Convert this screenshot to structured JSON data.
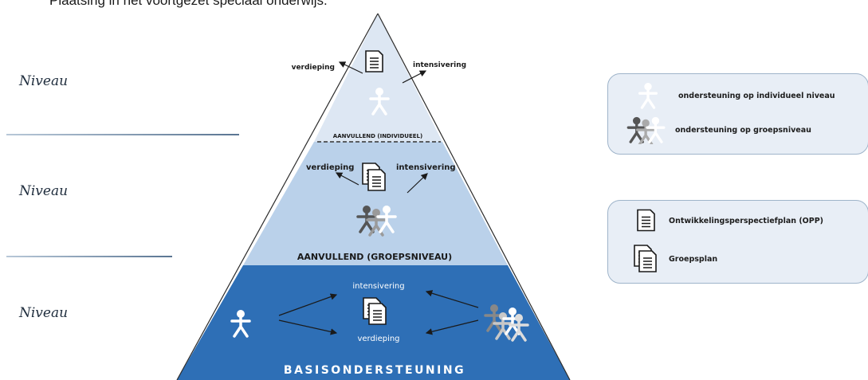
{
  "caption": "Plaatsing in het voortgezet speciaal onderwijs.",
  "levels": [
    {
      "label": "Niveau"
    },
    {
      "label": "Niveau"
    },
    {
      "label": "Niveau"
    }
  ],
  "pyramid": {
    "top": {
      "name": "AANVULLEND (INDIVIDUEEL)",
      "left_arrow": "verdieping",
      "right_arrow": "intensivering"
    },
    "middle": {
      "name": "AANVULLEND (GROEPSNIVEAU)",
      "left_arrow": "verdieping",
      "right_arrow": "intensivering"
    },
    "bottom": {
      "name": "BASISONDERSTEUNING",
      "top_label": "intensivering",
      "bottom_label": "verdieping"
    }
  },
  "legend_support": {
    "items": [
      {
        "icon": "person-icon",
        "label": "ondersteuning op individueel niveau"
      },
      {
        "icon": "group-icon",
        "label": "ondersteuning op groepsniveau"
      }
    ]
  },
  "legend_documents": {
    "items": [
      {
        "icon": "document-icon",
        "label": "Ontwikkelingsperspectiefplan (OPP)"
      },
      {
        "icon": "documents-icon",
        "label": "Groepsplan"
      }
    ]
  },
  "colors": {
    "top_tier": "#dde7f3",
    "middle_tier": "#bad1ea",
    "bottom_tier": "#2e6fb6",
    "legend_bg": "#e8eef6"
  }
}
